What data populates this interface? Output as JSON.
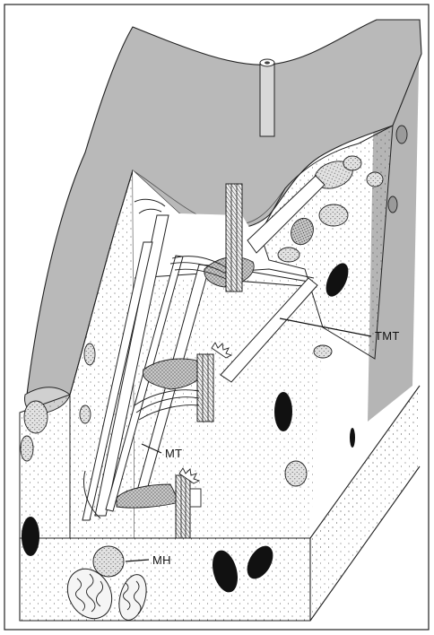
{
  "diagram": {
    "style": "stippled pen illustration (3D cutaway block)",
    "labels": {
      "tmt": "TMT",
      "mt": "MT",
      "mh": "MH"
    },
    "colors": {
      "ink": "#111111",
      "tone": "#b5b5b5",
      "tone_light": "#d9d9d9",
      "paper": "#ffffff"
    }
  }
}
